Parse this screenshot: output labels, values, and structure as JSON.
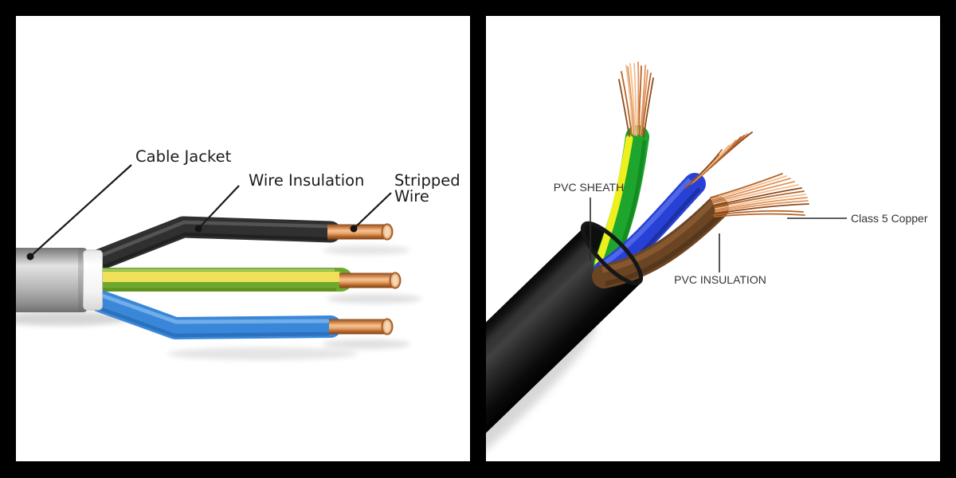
{
  "scene": {
    "background": "#000000",
    "panel_background": "#ffffff"
  },
  "left_panel": {
    "type": "vector illustration of stripped cable",
    "labels": {
      "cable_jacket": "Cable Jacket",
      "wire_insulation": "Wire Insulation",
      "stripped_wire_line1": "Stripped",
      "stripped_wire_line2": "Wire"
    },
    "colors": {
      "jacket_gray": "#c6c6c6",
      "black_wire": "#303030",
      "earth_green": "#6fa82e",
      "earth_yellow": "#f0e158",
      "blue_wire": "#3a87d9",
      "copper": "#d68a50"
    }
  },
  "right_panel": {
    "type": "photo of 3-core flexible cable",
    "labels": {
      "pvc_sheath": "PVC SHEATH",
      "class_5_copper": "Class 5 Copper",
      "pvc_insulation": "PVC INSULATION"
    },
    "colors": {
      "sheath_black": "#141414",
      "earth_green": "#1ea52e",
      "earth_yellow": "#eef01e",
      "blue_wire": "#2741d6",
      "brown_wire": "#6b4423",
      "copper": "#cf8049"
    }
  }
}
